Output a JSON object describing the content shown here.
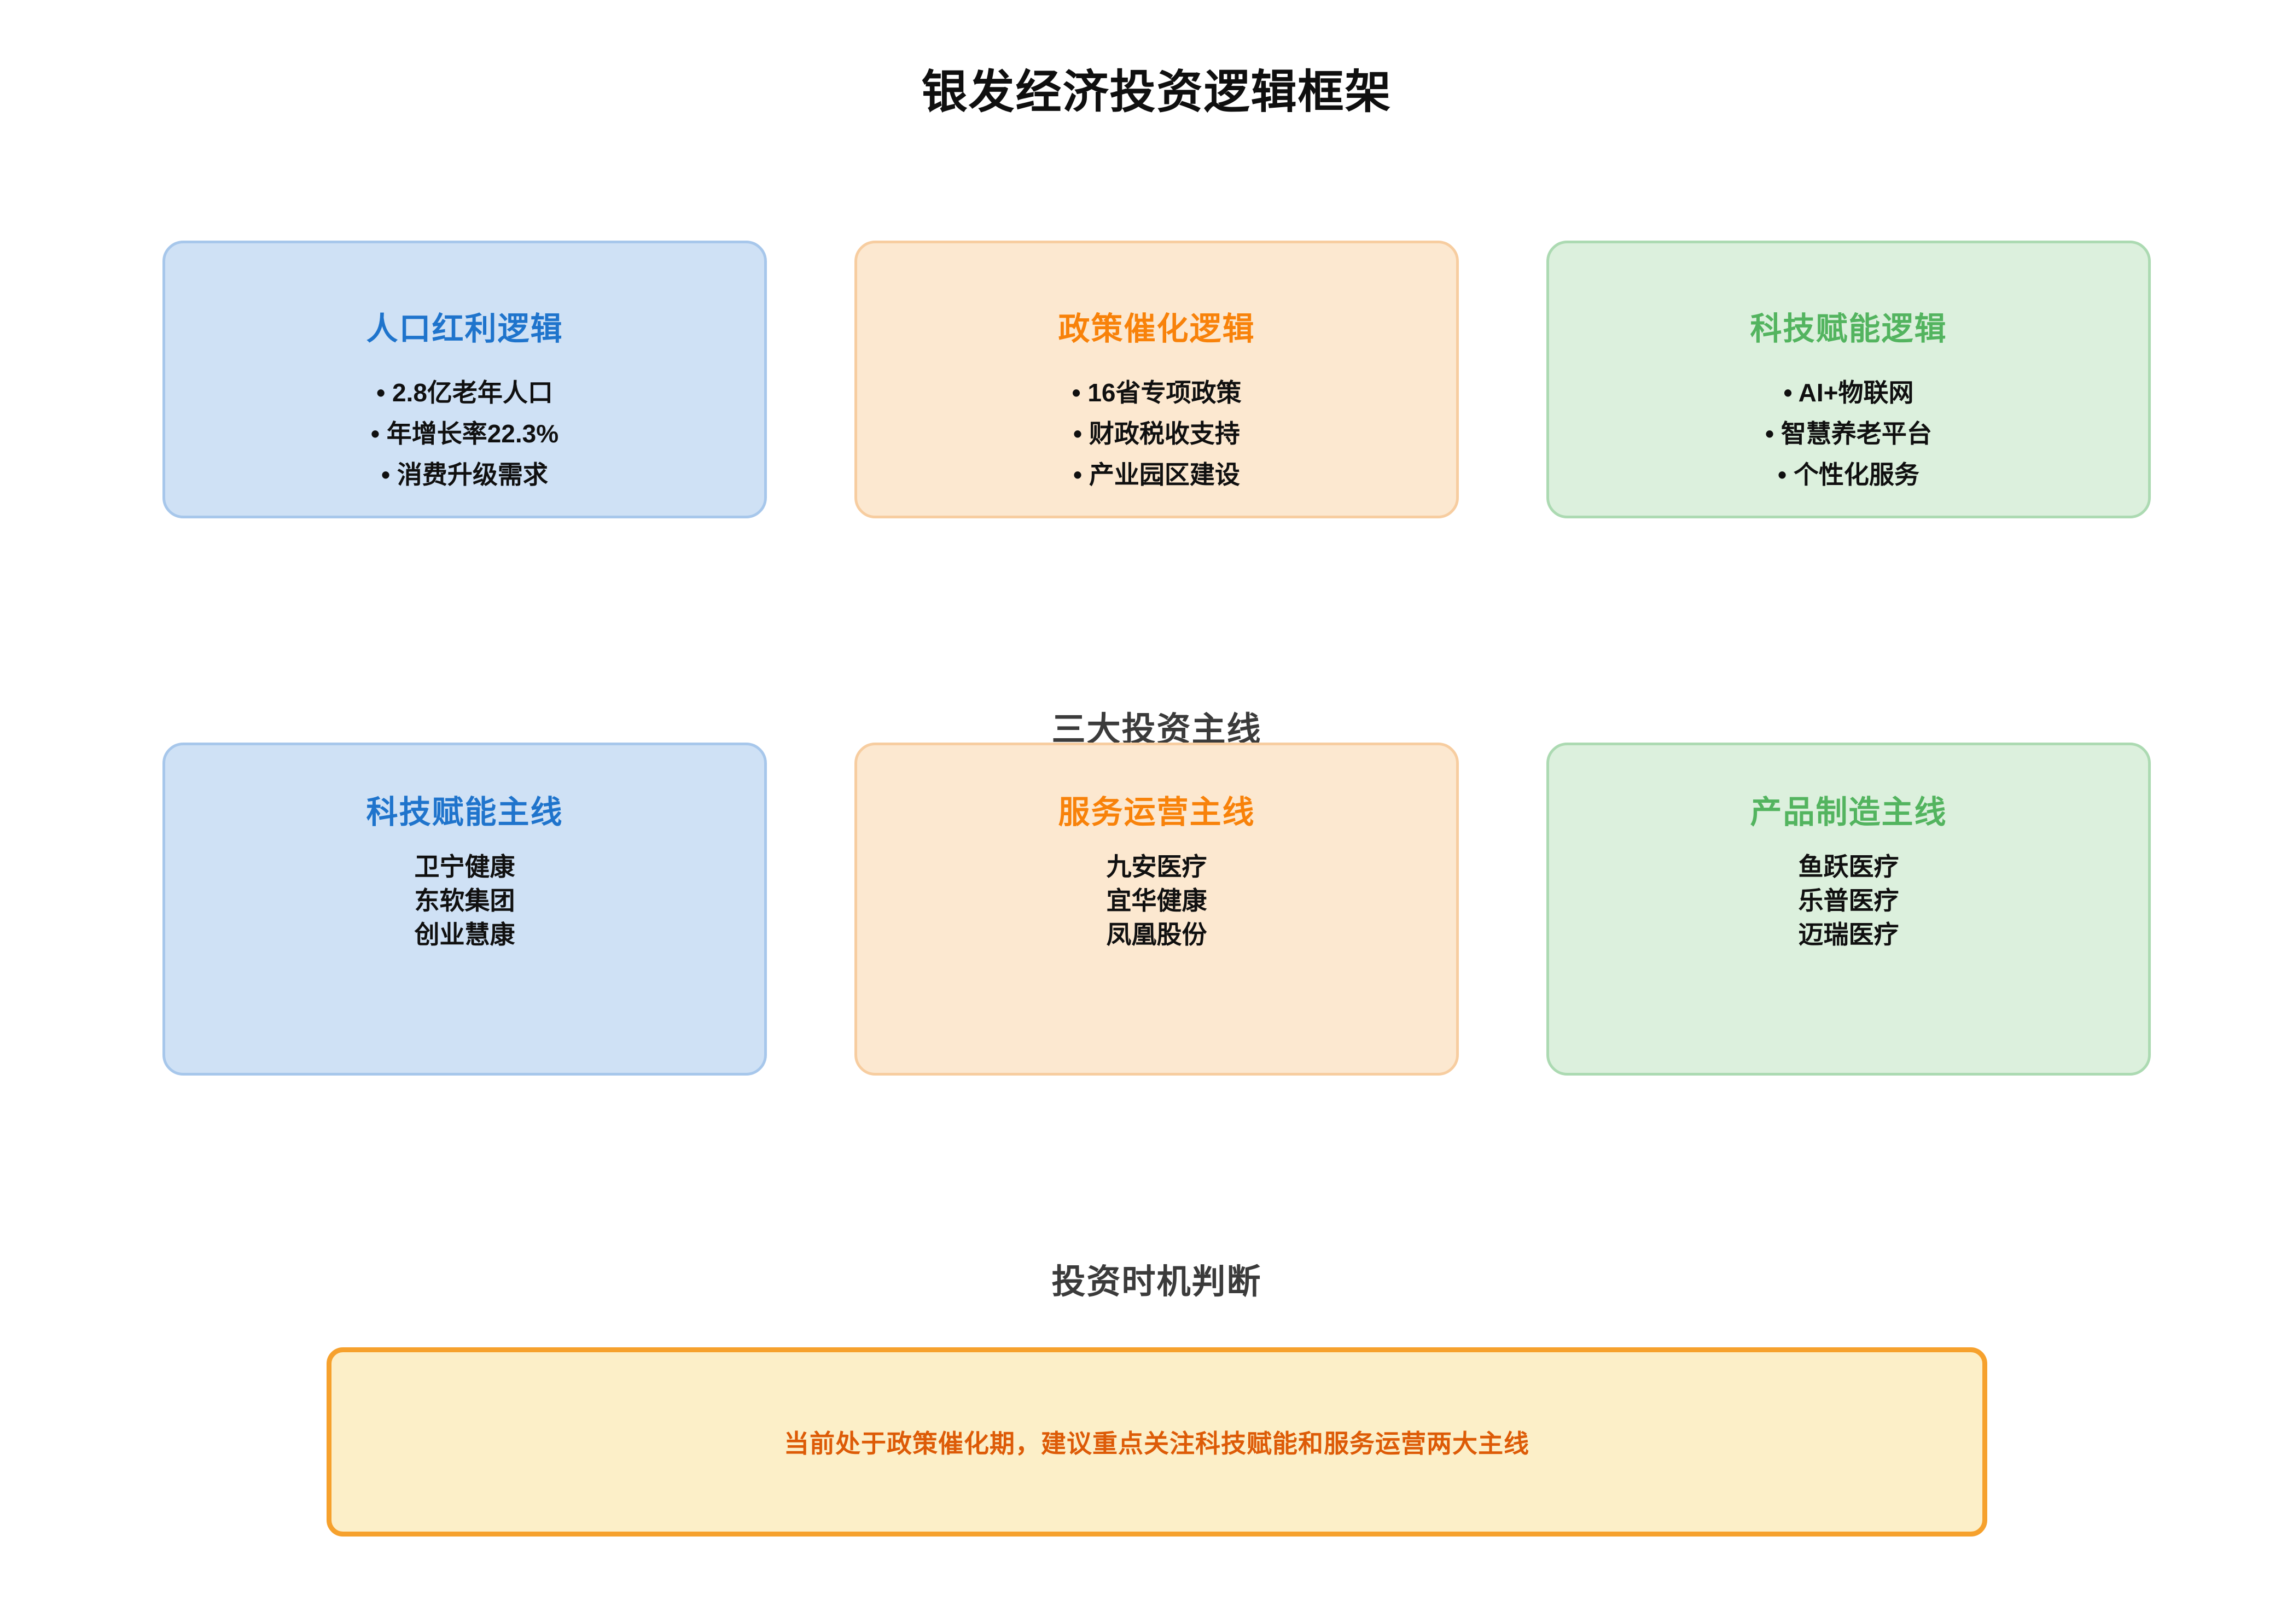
{
  "page_title": "银发经济投资逻辑框架",
  "logic_cards": [
    {
      "title": "人口红利逻辑",
      "items": [
        "• 2.8亿老年人口",
        "• 年增长率22.3%",
        "• 消费升级需求"
      ],
      "accent": "#1F74CC"
    },
    {
      "title": "政策催化逻辑",
      "items": [
        "• 16省专项政策",
        "• 财政税收支持",
        "• 产业园区建设"
      ],
      "accent": "#F8820A"
    },
    {
      "title": "科技赋能逻辑",
      "items": [
        "• AI+物联网",
        "• 智慧养老平台",
        "• 个性化服务"
      ],
      "accent": "#53B45F"
    }
  ],
  "themes_section": {
    "heading": "三大投资主线",
    "cards": [
      {
        "title": "科技赋能主线",
        "items": [
          "卫宁健康",
          "东软集团",
          "创业慧康"
        ],
        "accent": "#1F74CC"
      },
      {
        "title": "服务运营主线",
        "items": [
          "九安医疗",
          "宜华健康",
          "凤凰股份"
        ],
        "accent": "#F8820A"
      },
      {
        "title": "产品制造主线",
        "items": [
          "鱼跃医疗",
          "乐普医疗",
          "迈瑞医疗"
        ],
        "accent": "#53B45F"
      }
    ]
  },
  "timing_section": {
    "heading": "投资时机判断",
    "message": "当前处于政策催化期，建议重点关注科技赋能和服务运营两大主线",
    "message_color": "#DD5B07",
    "box_border_color": "#F6A12D",
    "box_fill_color": "#FCEFC8"
  },
  "theme_colors": {
    "blue": {
      "fill": "#CFE1F5",
      "border": "#A7C7EB",
      "title": "#1F74CC"
    },
    "orange": {
      "fill": "#FCE8D0",
      "border": "#F7CDA0",
      "title": "#F8820A"
    },
    "green": {
      "fill": "#DCF0DD",
      "border": "#ACDAB2",
      "title": "#53B45F"
    }
  }
}
